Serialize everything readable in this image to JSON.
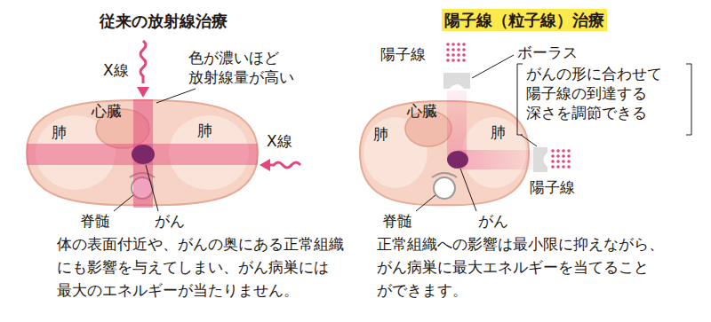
{
  "diagram": {
    "labels": [
      "従来の放射線治療",
      "X線",
      "色が濃いほど 放射線量が高い",
      "心臓",
      "肺",
      "肺",
      "X線",
      "脊髄",
      "がん",
      "体の表面付近や、がんの奥にある正常組織 にも影響を与えてしまい、がん病巣には 最大のエネルギーが当たりません。",
      "陽子線（粒子線）治療",
      "陽子線",
      "ボーラス",
      "がんの形に合わせて 陽子線の到達する 深さを調節できる",
      "心臓",
      "肺",
      "肺",
      "脊髄",
      "がん",
      "陽子線",
      "正常組織への影響は最小限に抑えながら、 がん病巣に最大エネルギーを当てること ができます。"
    ]
  }
}
